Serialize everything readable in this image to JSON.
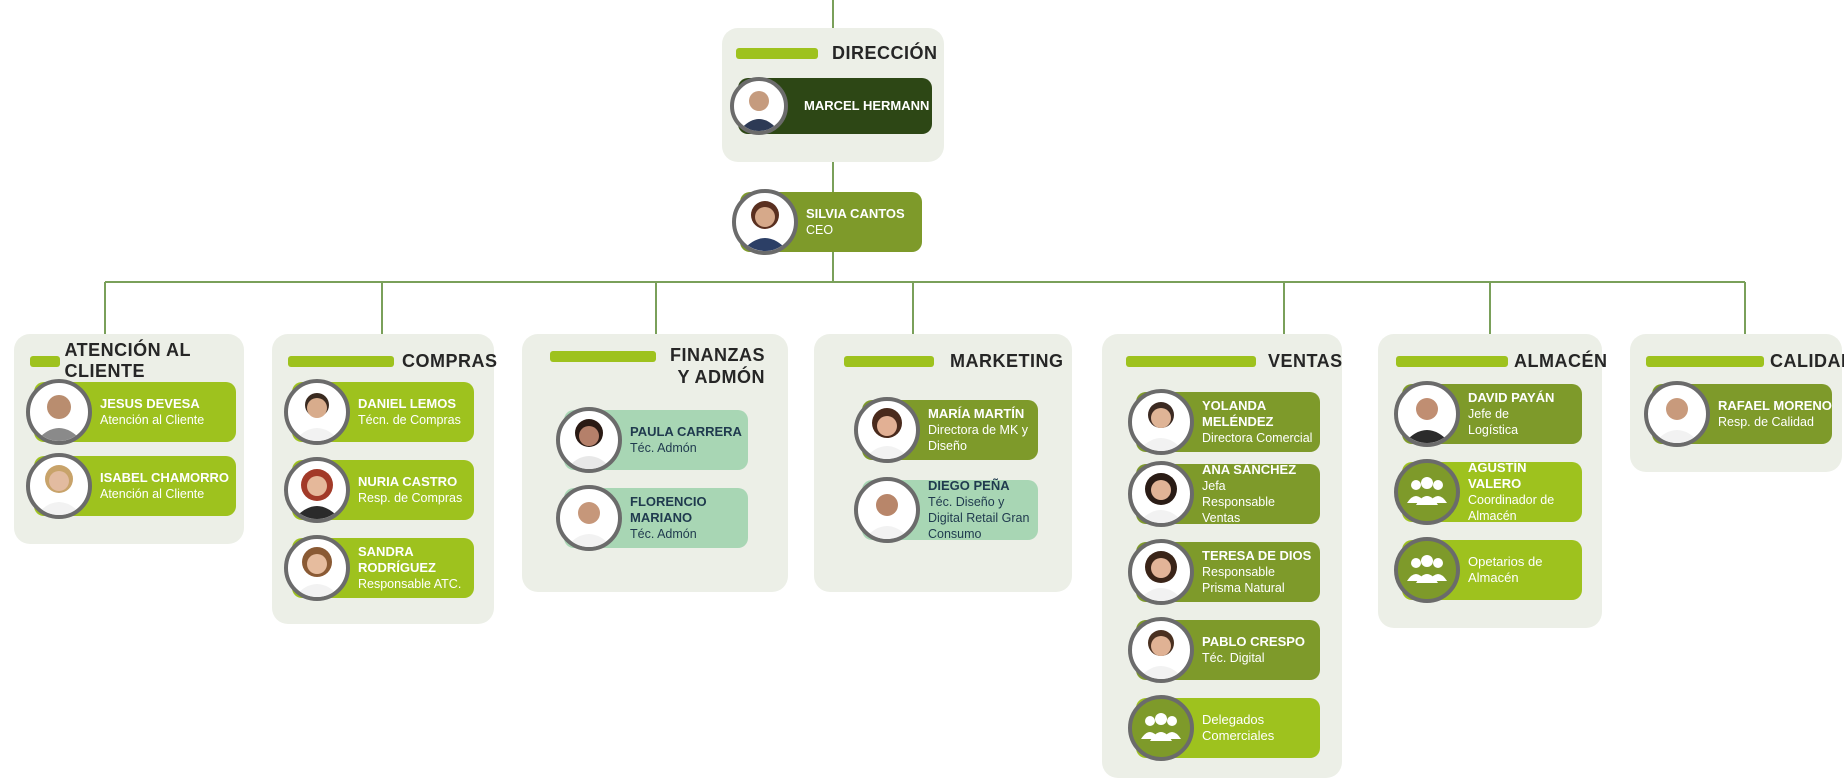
{
  "top": {
    "title": "DIRECCIÓN",
    "person": {
      "name": "MARCEL HERMANN",
      "role": ""
    }
  },
  "ceo": {
    "name": "SILVIA CANTOS",
    "role": "CEO"
  },
  "departments": [
    {
      "title": "ATENCIÓN AL CLIENTE",
      "members": [
        {
          "name": "JESUS DEVESA",
          "role": "Atención al Cliente"
        },
        {
          "name": "ISABEL CHAMORRO",
          "role": "Atención al Cliente"
        }
      ]
    },
    {
      "title": "COMPRAS",
      "members": [
        {
          "name": "DANIEL LEMOS",
          "role": "Técn. de Compras"
        },
        {
          "name": "NURIA CASTRO",
          "role": "Resp. de Compras"
        },
        {
          "name": "SANDRA RODRÍGUEZ",
          "role": "Responsable ATC."
        }
      ]
    },
    {
      "title": "FINANZAS",
      "title2": "Y ADMÓN",
      "members": [
        {
          "name": "PAULA CARRERA",
          "role": "Téc. Admón"
        },
        {
          "name": "FLORENCIO MARIANO",
          "role": "Téc. Admón"
        }
      ]
    },
    {
      "title": "MARKETING",
      "members": [
        {
          "name": "MARÍA MARTÍN",
          "role": "Directora de MK y Diseño"
        },
        {
          "name": "DIEGO PEÑA",
          "role": "Téc. Diseño y Digital Retail Gran Consumo"
        }
      ]
    },
    {
      "title": "VENTAS",
      "members": [
        {
          "name": "YOLANDA MELÉNDEZ",
          "role": "Directora Comercial"
        },
        {
          "name": "ANA SÁNCHEZ",
          "role": "Jefa Responsable Ventas"
        },
        {
          "name": "TERESA DE DIOS",
          "role": "Responsable Prisma Natural"
        },
        {
          "name": "PABLO CRESPO",
          "role": "Téc. Digital"
        },
        {
          "name": "Delegados Comerciales",
          "role": ""
        }
      ]
    },
    {
      "title": "ALMACÉN",
      "members": [
        {
          "name": "DAVID PAYÁN",
          "role": "Jefe de Logística"
        },
        {
          "name": "AGUSTÍN VALERO",
          "role": "Coordinador de Almacén"
        },
        {
          "name": "Opetarios de Almacén",
          "role": ""
        }
      ]
    },
    {
      "title": "CALIDAD",
      "members": [
        {
          "name": "RAFAEL MORENO",
          "role": "Resp. de Calidad"
        }
      ]
    }
  ],
  "colors": {
    "line": "#7aa05a",
    "panel": "#ecefe7",
    "accent_bar": "#9ec21e",
    "card_mid": "#7e9a2a",
    "card_lime": "#9ec21e",
    "card_dark": "#2d4715",
    "card_mint": "#a8d6b4"
  }
}
